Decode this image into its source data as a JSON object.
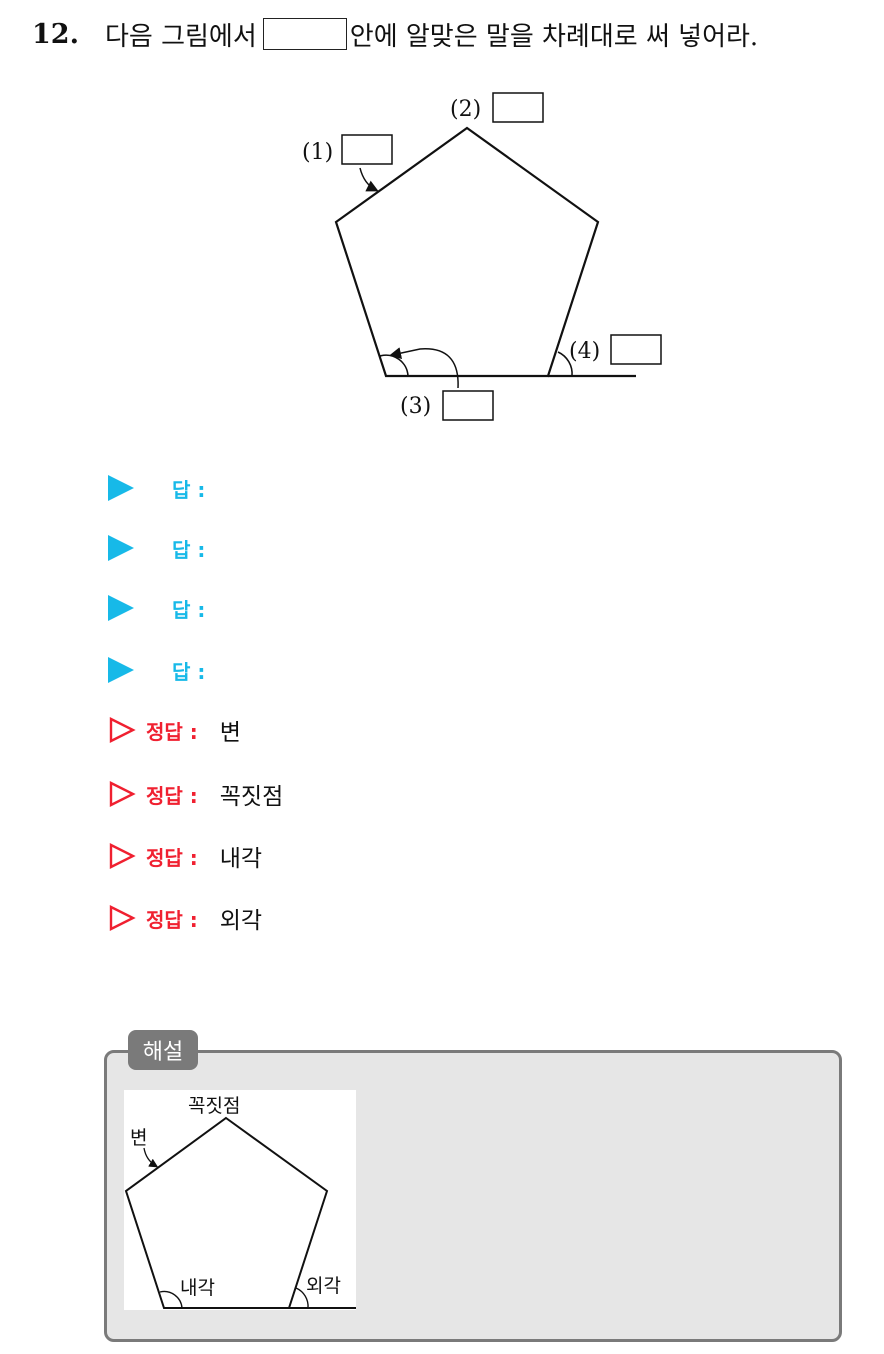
{
  "question": {
    "number": "12.",
    "text_before": "다음 그림에서",
    "text_after": "안에 알맞은 말을 차례대로 써 넣어라."
  },
  "figure": {
    "labels": [
      "(1)",
      "(2)",
      "(3)",
      "(4)"
    ]
  },
  "answer_prompts": [
    "답 :",
    "답 :",
    "답 :",
    "답 :"
  ],
  "correct_answers": {
    "label": "정답 :",
    "values": [
      "변",
      "꼭짓점",
      "내각",
      "외각"
    ]
  },
  "explanation": {
    "tag": "해설",
    "labels": {
      "vertex": "꼭짓점",
      "side": "변",
      "interior": "내각",
      "exterior": "외각"
    }
  },
  "colors": {
    "answer_blue": "#17b9e8",
    "correct_red": "#f02030",
    "panel_gray": "#e6e6e6",
    "panel_border": "#7a7a7a"
  }
}
